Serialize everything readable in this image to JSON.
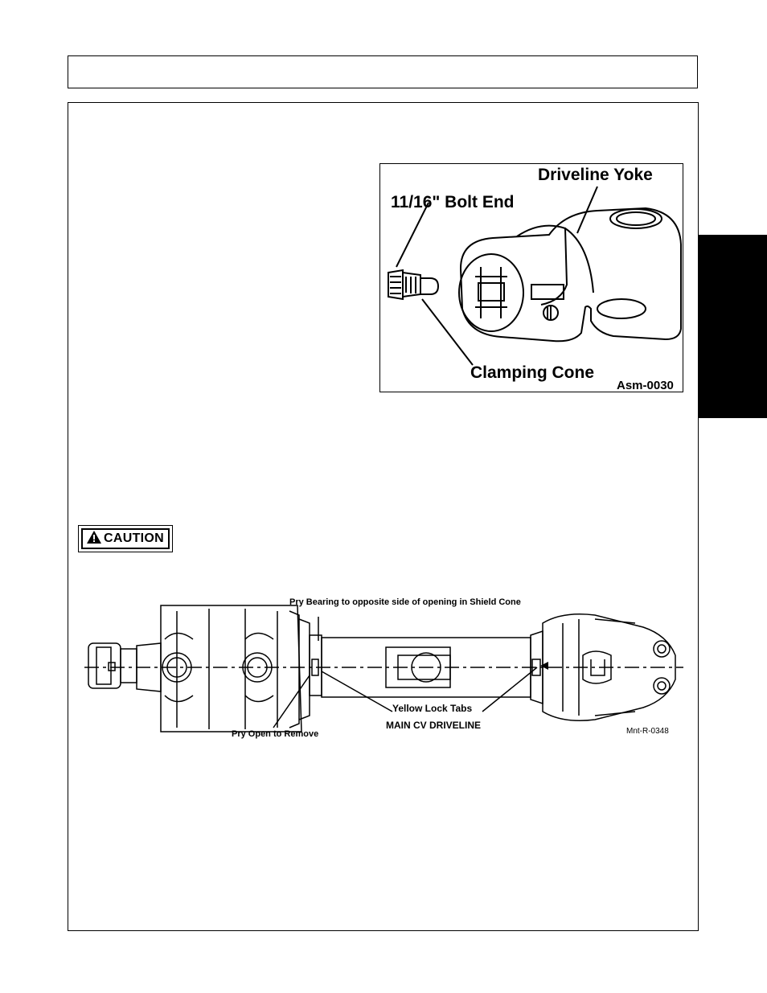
{
  "figure_driveline_yoke": {
    "label_yoke": "Driveline  Yoke",
    "label_bolt": "11/16\" Bolt End",
    "label_cone": "Clamping Cone",
    "code": "Asm-0030"
  },
  "caution_badge": {
    "icon": "warning-triangle-icon",
    "label": "CAUTION"
  },
  "figure_cv_driveline": {
    "label_pry_bearing": "Pry Bearing to opposite side of opening in Shield Cone",
    "label_lock_tabs": "Yellow Lock Tabs",
    "label_title": "MAIN CV DRIVELINE",
    "label_pry_open": "Pry Open to Remove",
    "code": "Mnt-R-0348"
  },
  "colors": {
    "ink": "#000000",
    "paper": "#ffffff",
    "side_tab": "#000000"
  }
}
